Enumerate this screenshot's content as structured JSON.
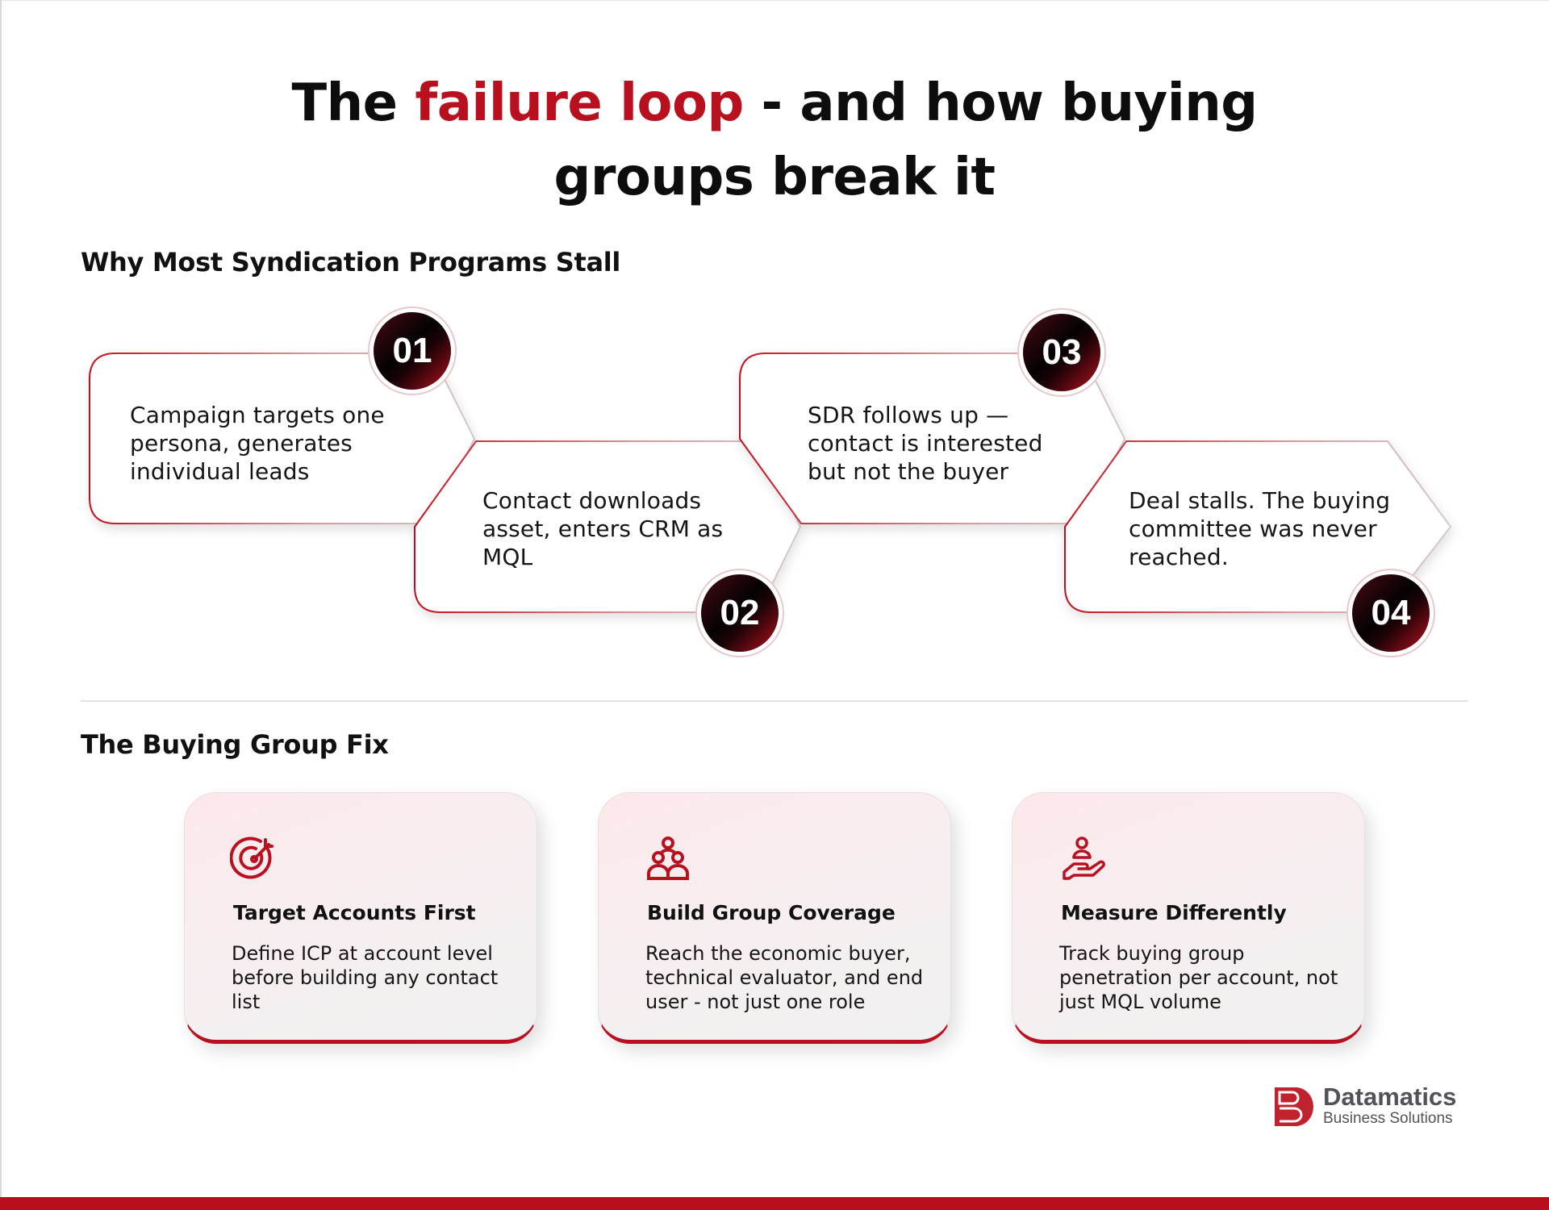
{
  "title": {
    "prefix": "The ",
    "accent": "failure loop",
    "suffix_line1": " - and how buying",
    "line2": "groups break it"
  },
  "colors": {
    "accent": "#b8101f",
    "text": "#111111",
    "card_bg_top": "#fde8ea",
    "card_bg_bottom": "#f0f1f1",
    "divider": "#e4e4e4",
    "logo_text": "#55515a"
  },
  "failure_section": {
    "heading": "Why Most Syndication Programs Stall",
    "steps": [
      {
        "number": "01",
        "text": "Campaign targets one persona, generates individual leads"
      },
      {
        "number": "02",
        "text": "Contact downloads asset, enters CRM as MQL"
      },
      {
        "number": "03",
        "text": "SDR follows up — contact is interested but not the buyer"
      },
      {
        "number": "04",
        "text": "Deal stalls. The buying committee was never reached."
      }
    ]
  },
  "fix_section": {
    "heading": "The Buying Group Fix",
    "cards": [
      {
        "icon": "target-icon",
        "title": "Target Accounts First",
        "description": "Define ICP at account level before building any contact list"
      },
      {
        "icon": "group-icon",
        "title": "Build Group Coverage",
        "description": "Reach the economic buyer, technical evaluator, and end user - not just one role"
      },
      {
        "icon": "hand-person-icon",
        "title": "Measure Differently",
        "description": "Track buying group penetration per account, not just MQL volume"
      }
    ]
  },
  "logo": {
    "name": "Datamatics",
    "subtitle": "Business Solutions"
  }
}
